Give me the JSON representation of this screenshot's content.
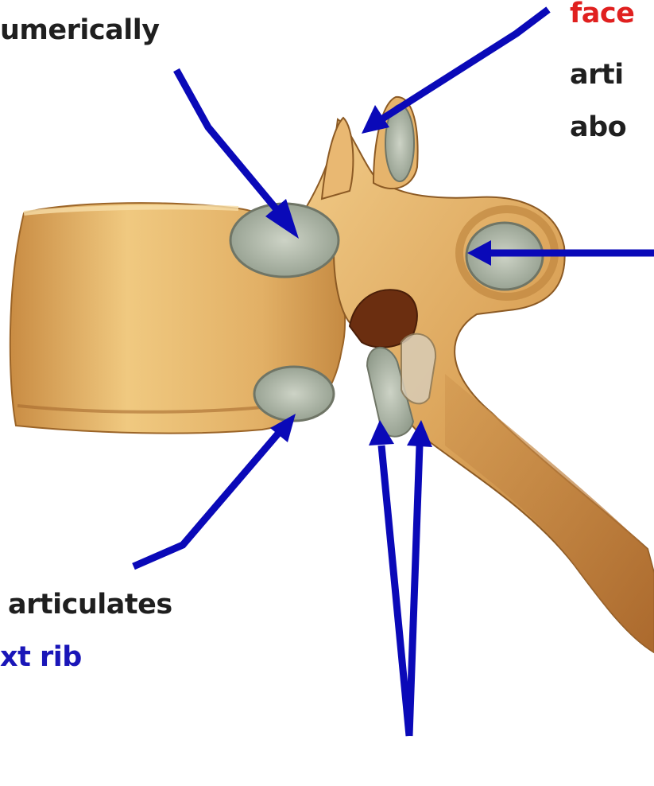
{
  "labels": {
    "top_left": "umerically",
    "top_right_line1": "face",
    "top_right_line2": "arti",
    "top_right_line3": "abo",
    "bottom_left_line1": "articulates",
    "bottom_left_line2": "xt rib"
  },
  "colors": {
    "arrow": "#0a09b8",
    "label_dark": "#1f1f1f",
    "label_red": "#e0201f",
    "label_blue": "#1a16b8",
    "bone": "#dba35a",
    "facet": "#b9c3b3"
  },
  "icons": {
    "arrow": "arrow-icon"
  }
}
